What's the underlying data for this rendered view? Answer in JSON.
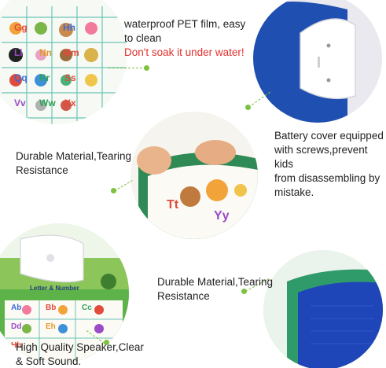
{
  "features": {
    "film": {
      "line1": "waterproof PET film, easy",
      "line2": "to clean",
      "warning": "Don't soak it under water!"
    },
    "battery": {
      "line1": "Battery cover equipped",
      "line2": "with screws,prevent kids",
      "line3": "from disassembling by",
      "line4": "mistake."
    },
    "material_top": {
      "line1": "Durable Material,Tearing",
      "line2": "Resistance"
    },
    "material_bottom": {
      "line1": "Durable Material,Tearing",
      "line2": "Resistance"
    },
    "speaker": {
      "line1": "High Quality Speaker,Clear",
      "line2": "& Soft Sound."
    }
  },
  "poster": {
    "header": "Letter & Number",
    "letters_top": [
      "Gg",
      "Hh",
      "Li",
      "Mm",
      "Nn",
      "Qq",
      "Rr",
      "Ss",
      "Vv",
      "Ww",
      "Xx"
    ],
    "letters_mid": [
      "Tt",
      "Yy"
    ],
    "letters_bottom": [
      "Ab",
      "Bb",
      "Cc",
      "Dd",
      "Eh",
      "Hh"
    ]
  },
  "colors": {
    "accent_green": "#7cc23f",
    "warning_red": "#e0312d",
    "cover_blue": "#1f4fb0",
    "border_green": "#2f8a55"
  }
}
